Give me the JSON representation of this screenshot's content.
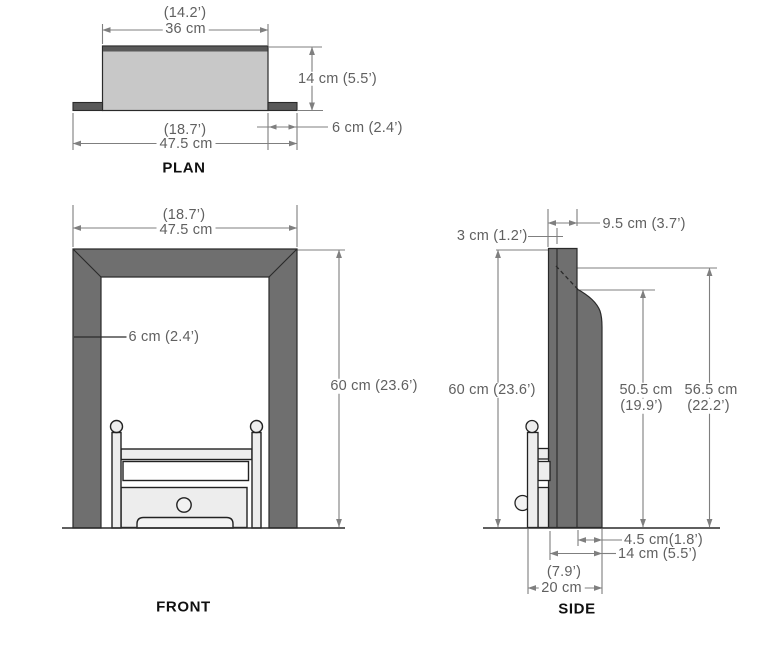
{
  "title": "Fireplace dimension drawing",
  "colors": {
    "frame_fill": "#6f6f6f",
    "plan_box_fill": "#c8c8c8",
    "plan_dark_fill": "#595959",
    "basket_fill": "#ededed",
    "dim_line": "#7f7f7f",
    "dim_text": "#606060",
    "outline": "#2a2a2a"
  },
  "plan": {
    "caption": "PLAN",
    "dim_width_inner_in": "(14.2’)",
    "dim_width_inner_cm": "36 cm",
    "dim_depth": "14 cm (5.5’)",
    "dim_flange": "6 cm (2.4’)",
    "dim_width_outer_in": "(18.7’)",
    "dim_width_outer_cm": "47.5 cm"
  },
  "front": {
    "caption": "FRONT",
    "dim_width_in": "(18.7’)",
    "dim_width_cm": "47.5 cm",
    "dim_frame": "6 cm (2.4’)",
    "dim_height": "60 cm (23.6’)"
  },
  "side": {
    "caption": "SIDE",
    "dim_plate": "3 cm (1.2’)",
    "dim_top_depth": "9.5 cm (3.7’)",
    "dim_height": "60 cm (23.6’)",
    "dim_h1_cm": "50.5 cm",
    "dim_h1_in": "(19.9’)",
    "dim_h2_cm": "56.5 cm",
    "dim_h2_in": "(22.2’)",
    "dim_d1": "4.5 cm(1.8’)",
    "dim_d2": "14 cm (5.5’)",
    "dim_d3_in": "(7.9’)",
    "dim_d3_cm": "20 cm"
  }
}
